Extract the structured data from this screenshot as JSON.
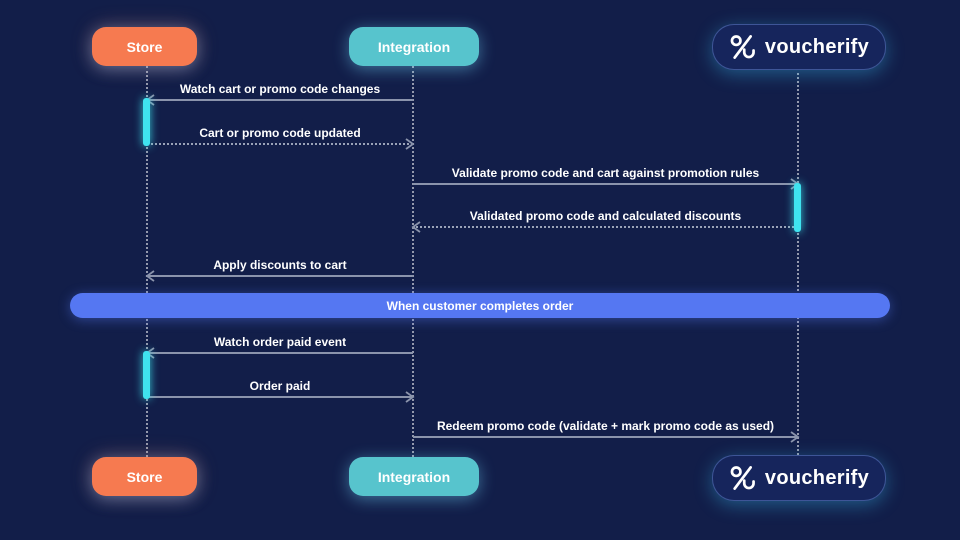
{
  "diagram_type": "sequence-diagram",
  "actors": {
    "store": {
      "label": "Store"
    },
    "integration": {
      "label": "Integration"
    },
    "voucherify": {
      "label": "voucherify"
    }
  },
  "messages": [
    {
      "id": "watch-cart",
      "label": "Watch cart or promo code changes",
      "from": "Integration",
      "to": "Store",
      "line_style": "solid"
    },
    {
      "id": "cart-updated",
      "label": "Cart or promo code updated",
      "from": "Store",
      "to": "Integration",
      "line_style": "dotted"
    },
    {
      "id": "validate",
      "label": "Validate promo code and cart against promotion rules",
      "from": "Integration",
      "to": "Voucherify",
      "line_style": "solid"
    },
    {
      "id": "validated",
      "label": "Validated promo code and calculated discounts",
      "from": "Voucherify",
      "to": "Integration",
      "line_style": "dotted"
    },
    {
      "id": "apply-discounts",
      "label": "Apply discounts to cart",
      "from": "Integration",
      "to": "Store",
      "line_style": "solid"
    },
    {
      "id": "watch-order-paid",
      "label": "Watch order paid event",
      "from": "Integration",
      "to": "Store",
      "line_style": "solid"
    },
    {
      "id": "order-paid",
      "label": "Order paid",
      "from": "Store",
      "to": "Integration",
      "line_style": "solid"
    },
    {
      "id": "redeem",
      "label": "Redeem promo code (validate + mark promo code as used)",
      "from": "Integration",
      "to": "Voucherify",
      "line_style": "solid"
    }
  ],
  "banner": {
    "label": "When customer completes order"
  },
  "colors": {
    "background": "#121e49",
    "store_box": "#f67a50",
    "integration_box": "#57c4cd",
    "voucherify_box": "#16255c",
    "banner": "#5577f2",
    "activation_bar": "#3fe3ef",
    "message_line": "#8b94ac",
    "text": "#ffffff"
  }
}
